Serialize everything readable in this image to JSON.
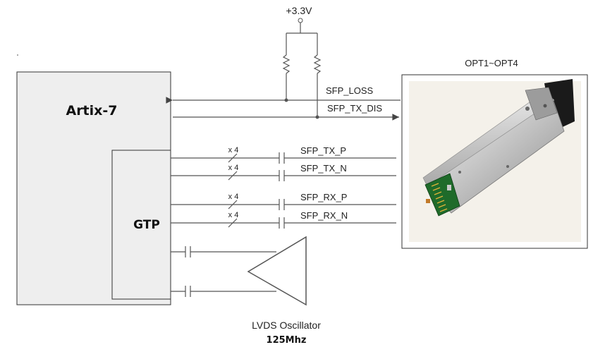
{
  "power": {
    "label": "+3.3V"
  },
  "fpga": {
    "label": "Artix-7",
    "gtp_label": "GTP"
  },
  "sfp_module": {
    "label": "OPT1~OPT4"
  },
  "signals": {
    "loss": "SFP_LOSS",
    "tx_dis": "SFP_TX_DIS",
    "tx_p": "SFP_TX_P",
    "tx_n": "SFP_TX_N",
    "rx_p": "SFP_RX_P",
    "rx_n": "SFP_RX_N"
  },
  "bus_width": "x 4",
  "oscillator": {
    "label": "LVDS Oscillator",
    "freq": "125Mhz"
  },
  "colors": {
    "line": "#555555",
    "box_fill": "#eeeeee",
    "border": "#333333"
  }
}
